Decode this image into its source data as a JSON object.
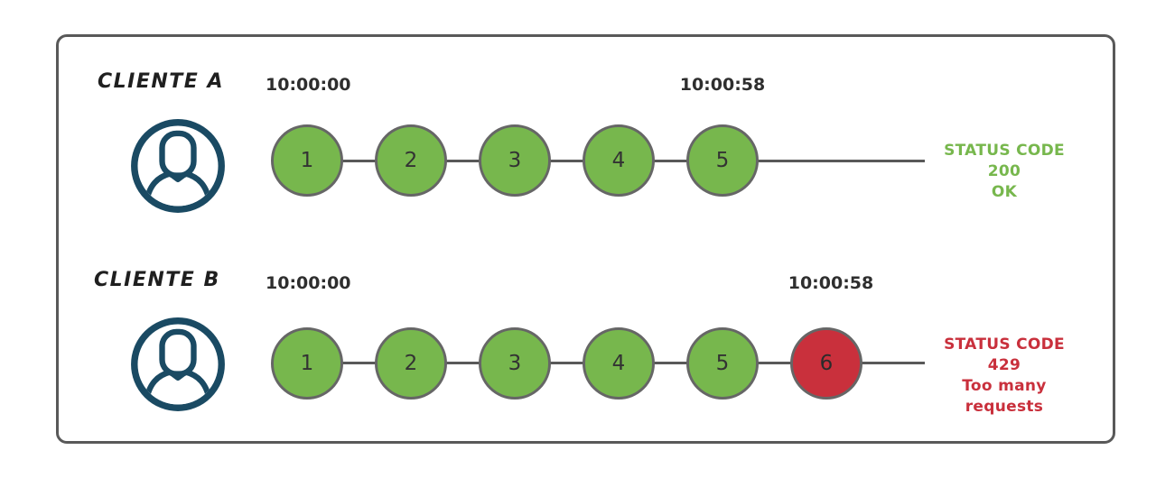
{
  "diagram": {
    "rows": [
      {
        "client_label": "CLIENTE A",
        "client_icon": "user-avatar-icon",
        "start_time": "10:00:00",
        "end_time": "10:00:58",
        "requests": [
          {
            "label": "1",
            "status": "ok"
          },
          {
            "label": "2",
            "status": "ok"
          },
          {
            "label": "3",
            "status": "ok"
          },
          {
            "label": "4",
            "status": "ok"
          },
          {
            "label": "5",
            "status": "ok"
          }
        ],
        "status": {
          "line1": "STATUS CODE 200",
          "line2": "OK",
          "type": "success"
        }
      },
      {
        "client_label": "CLIENTE B",
        "client_icon": "user-avatar-icon",
        "start_time": "10:00:00",
        "end_time": "10:00:58",
        "requests": [
          {
            "label": "1",
            "status": "ok"
          },
          {
            "label": "2",
            "status": "ok"
          },
          {
            "label": "3",
            "status": "ok"
          },
          {
            "label": "4",
            "status": "ok"
          },
          {
            "label": "5",
            "status": "ok"
          },
          {
            "label": "6",
            "status": "blocked"
          }
        ],
        "status": {
          "line1": "STATUS CODE 429",
          "line2": "Too many requests",
          "type": "error"
        }
      }
    ],
    "colors": {
      "success_green": "#77b74d",
      "error_red": "#c9303c",
      "circle_border": "#666666",
      "connector_line": "#595959",
      "avatar_navy": "#1a4a63",
      "timestamp_text": "#2e2e2e",
      "client_label_text": "#1f1f1f"
    }
  }
}
